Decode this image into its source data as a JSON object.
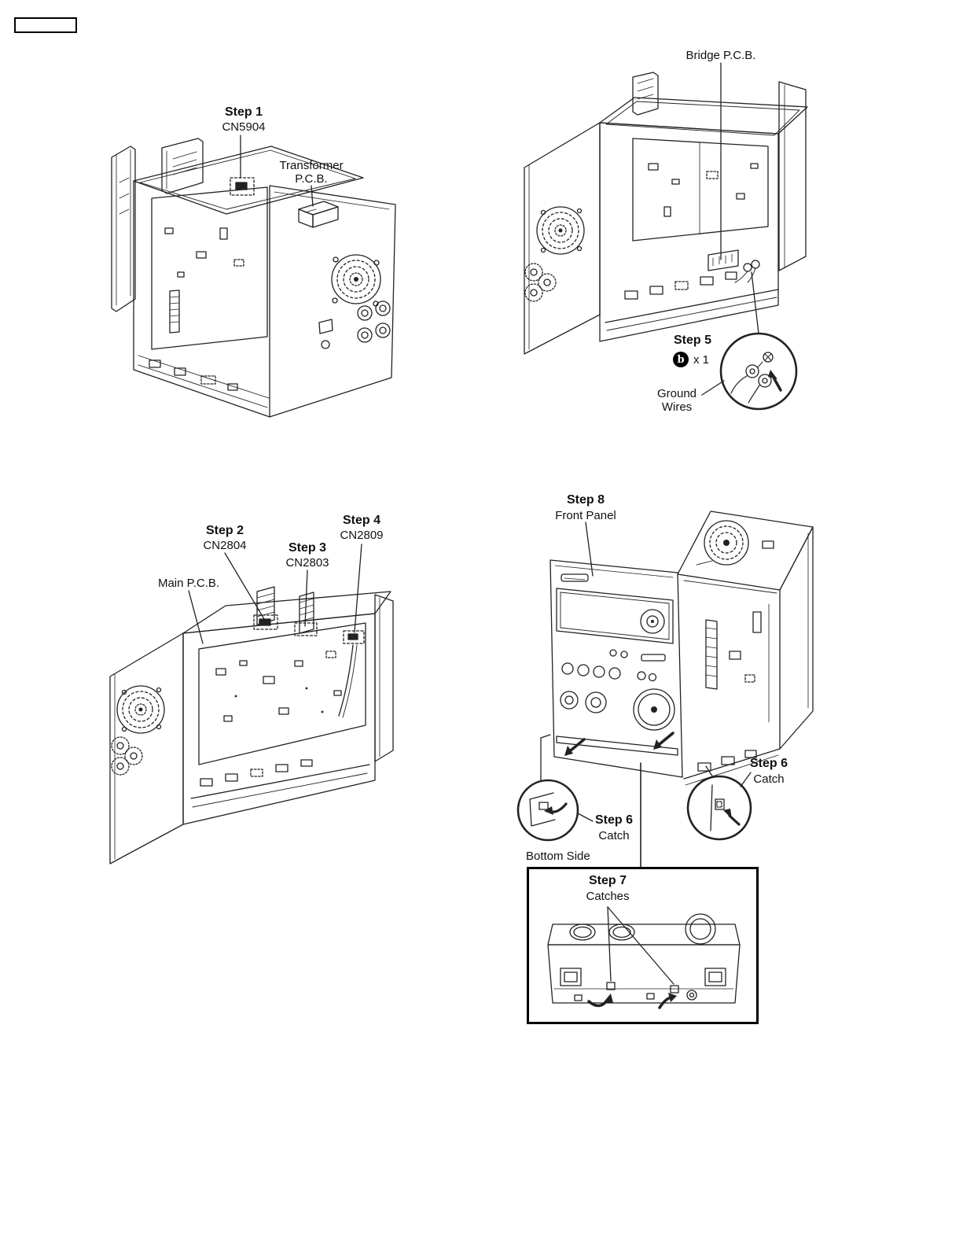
{
  "colors": {
    "line": "#222222",
    "background": "#ffffff"
  },
  "fig1": {
    "step1_title": "Step 1",
    "step1_ref": "CN5904",
    "transformer_line1": "Transformer",
    "transformer_line2": "P.C.B."
  },
  "fig2": {
    "bridge_label": "Bridge P.C.B.",
    "step5_title": "Step 5",
    "screw_letter": "b",
    "screw_count": "x 1",
    "ground_line1": "Ground",
    "ground_line2": "Wires"
  },
  "fig3": {
    "step2_title": "Step 2",
    "step2_ref": "CN2804",
    "step3_title": "Step 3",
    "step3_ref": "CN2803",
    "step4_title": "Step 4",
    "step4_ref": "CN2809",
    "main_pcb_label": "Main P.C.B."
  },
  "fig4": {
    "step8_title": "Step 8",
    "step8_sub": "Front Panel",
    "step6_right_title": "Step 6",
    "step6_right_sub": "Catch",
    "step6_left_title": "Step 6",
    "step6_left_sub": "Catch",
    "bottom_side_label": "Bottom Side",
    "step7_title": "Step 7",
    "step7_sub": "Catches"
  }
}
